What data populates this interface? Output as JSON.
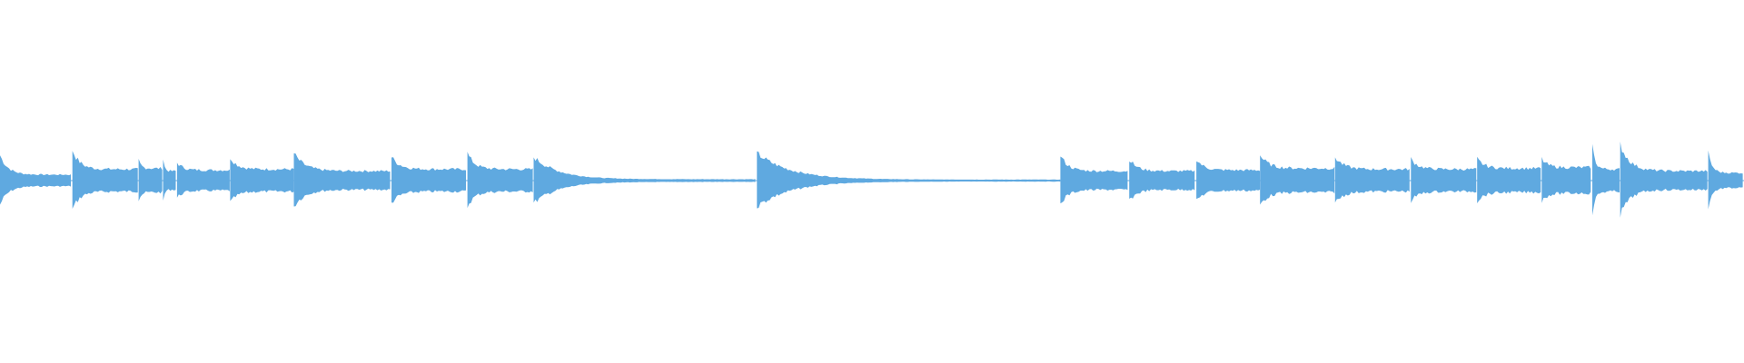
{
  "waveform": {
    "color": "#5fa9e0",
    "duration_fraction_markers": [
      {
        "start": 0.0,
        "peak": 0.14,
        "sustain": 0.03
      },
      {
        "start": 0.0415,
        "peak": 0.17,
        "sustain": 0.06
      },
      {
        "start": 0.0795,
        "peak": 0.11,
        "sustain": 0.065
      },
      {
        "start": 0.0935,
        "peak": 0.12,
        "sustain": 0.05
      },
      {
        "start": 0.1015,
        "peak": 0.1,
        "sustain": 0.055
      },
      {
        "start": 0.132,
        "peak": 0.13,
        "sustain": 0.06
      },
      {
        "start": 0.1685,
        "peak": 0.15,
        "sustain": 0.05
      },
      {
        "start": 0.2245,
        "peak": 0.13,
        "sustain": 0.06
      },
      {
        "start": 0.268,
        "peak": 0.15,
        "sustain": 0.06
      },
      {
        "start": 0.306,
        "peak": 0.13,
        "sustain": 0.005
      },
      {
        "start": 0.434,
        "peak": 0.15,
        "sustain": 0.003
      },
      {
        "start": 0.608,
        "peak": 0.14,
        "sustain": 0.05
      },
      {
        "start": 0.6475,
        "peak": 0.12,
        "sustain": 0.05
      },
      {
        "start": 0.686,
        "peak": 0.12,
        "sustain": 0.055
      },
      {
        "start": 0.7225,
        "peak": 0.14,
        "sustain": 0.065
      },
      {
        "start": 0.7655,
        "peak": 0.13,
        "sustain": 0.06
      },
      {
        "start": 0.809,
        "peak": 0.12,
        "sustain": 0.06
      },
      {
        "start": 0.847,
        "peak": 0.12,
        "sustain": 0.065
      },
      {
        "start": 0.884,
        "peak": 0.12,
        "sustain": 0.07
      },
      {
        "start": 0.913,
        "peak": 0.19,
        "sustain": 0.06
      },
      {
        "start": 0.929,
        "peak": 0.2,
        "sustain": 0.05
      },
      {
        "start": 0.9795,
        "peak": 0.15,
        "sustain": 0.04
      }
    ],
    "end_fraction": 1.0
  }
}
